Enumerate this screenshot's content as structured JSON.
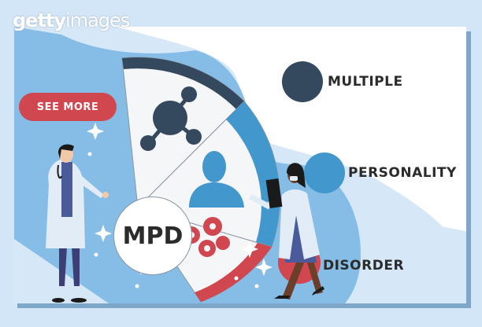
{
  "watermark": {
    "brand_bold": "getty",
    "brand_light": "images"
  },
  "cta": {
    "see_more_label": "SEE MORE"
  },
  "acronym": {
    "abbr": "MPD"
  },
  "terms": [
    {
      "label": "MULTIPLE",
      "bullet_color": "#34495e"
    },
    {
      "label": "PERSONALITY",
      "bullet_color": "#4298cc"
    },
    {
      "label": "DISORDER",
      "bullet_color": "#d1474f"
    }
  ],
  "icons": [
    "molecule-icon",
    "person-silhouette-icon",
    "gears-icon"
  ],
  "colors": {
    "page_bg": "#d3e6f8",
    "card_bg": "#ffffff",
    "blob_mid": "#85bde6",
    "blob_light": "#d6e8f8",
    "navy": "#34495e",
    "blue": "#4298cc",
    "red": "#d1474f"
  }
}
